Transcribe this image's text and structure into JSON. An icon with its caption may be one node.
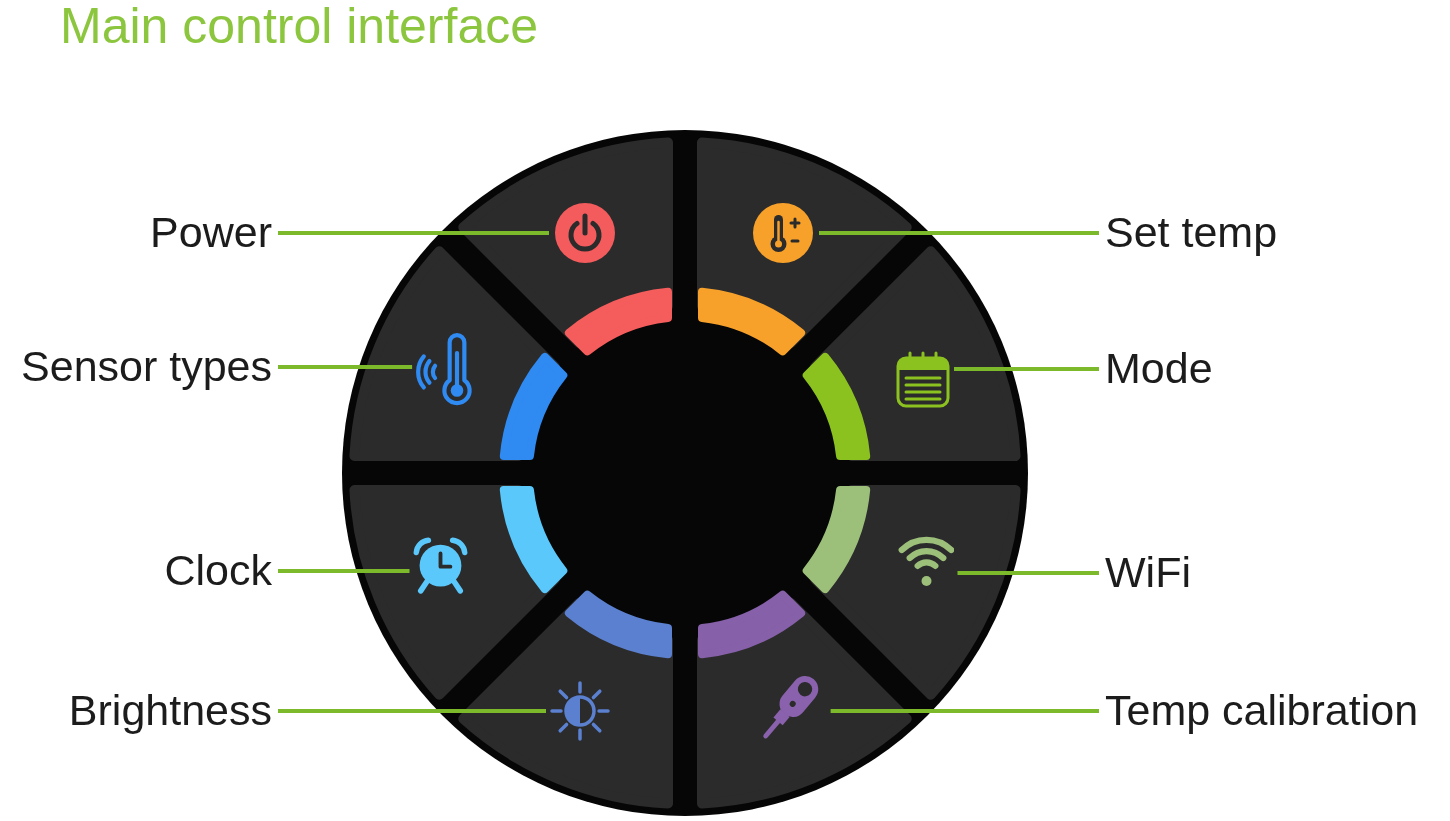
{
  "diagram": {
    "title": "Main control interface",
    "nodes": [
      {
        "text": [
          "Power"
        ]
      },
      {
        "text": [],
        "shape": "picture"
      },
      {
        "text": [
          "Set temp"
        ]
      },
      {
        "text": [],
        "shape": "picture"
      },
      {
        "text": [
          "Sensor types"
        ]
      },
      {
        "text": [],
        "shape": "picture"
      },
      {
        "text": [
          "Mode"
        ]
      },
      {
        "text": [],
        "shape": "picture"
      },
      {
        "text": [
          "Clock"
        ]
      },
      {
        "text": [],
        "shape": "picture"
      },
      {
        "text": [
          "WiFi"
        ]
      },
      {
        "text": [],
        "shape": "picture"
      },
      {
        "text": [
          "Brightness"
        ]
      },
      {
        "text": [],
        "shape": "picture"
      },
      {
        "text": [
          "Temp calibration"
        ]
      },
      {
        "text": [],
        "shape": "picture"
      }
    ],
    "edges": [
      {
        "from": 0,
        "to": 1,
        "arrow": "none"
      },
      {
        "from": 2,
        "to": 3,
        "arrow": "none"
      },
      {
        "from": 4,
        "to": 5,
        "arrow": "none"
      },
      {
        "from": 6,
        "to": 7,
        "arrow": "none"
      },
      {
        "from": 8,
        "to": 9,
        "arrow": "none"
      },
      {
        "from": 10,
        "to": 11,
        "arrow": "none"
      },
      {
        "from": 12,
        "to": 13,
        "arrow": "none"
      },
      {
        "from": 14,
        "to": 15,
        "arrow": "none"
      }
    ]
  }
}
